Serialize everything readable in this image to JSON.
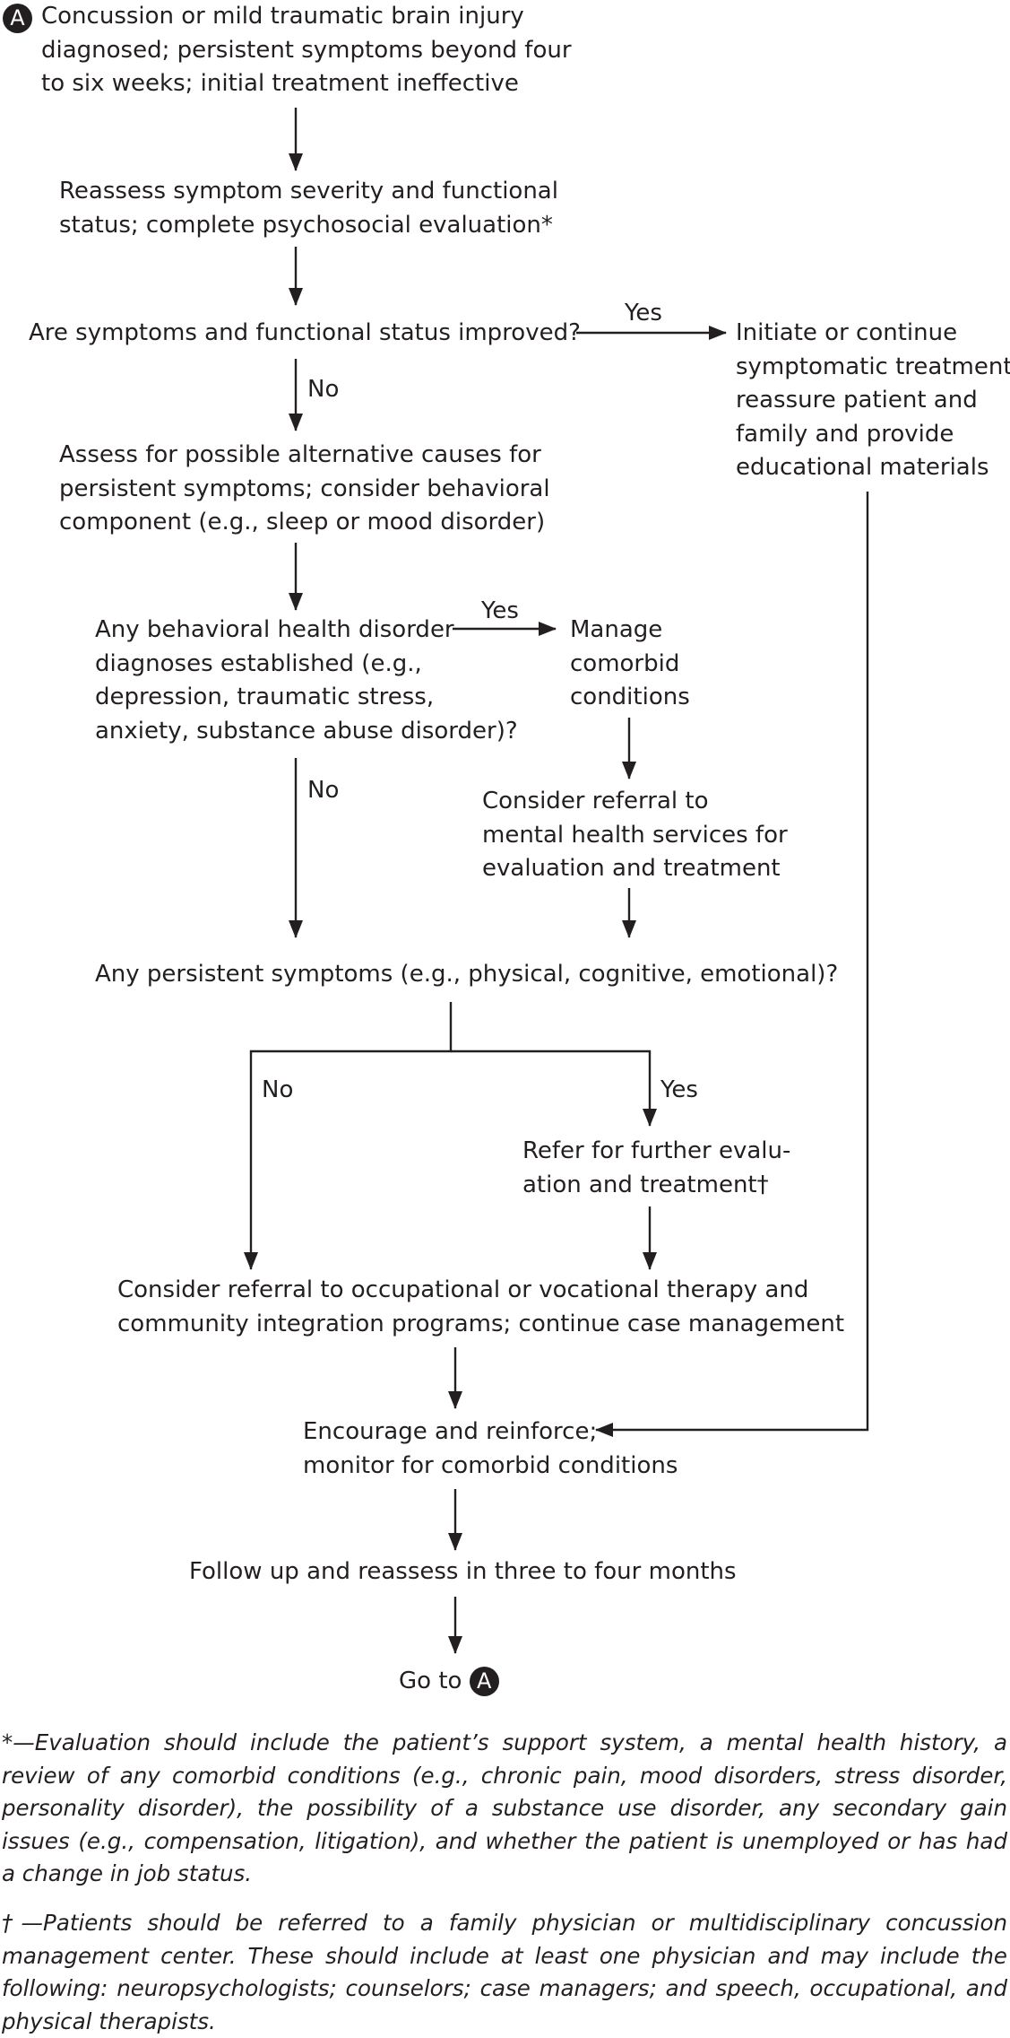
{
  "badge_letter": "A",
  "steps": {
    "start": [
      "Concussion or mild traumatic brain injury",
      "diagnosed; persistent symptoms beyond four",
      "to six weeks; initial treatment ineffective"
    ],
    "reassess": [
      "Reassess symptom severity and functional",
      "status; complete psychosocial evaluation*"
    ],
    "improved_q": [
      "Are symptoms and functional status improved?"
    ],
    "symptomatic": [
      "Initiate or continue",
      "symptomatic treatment;",
      "reassure patient and",
      "family and provide",
      "educational materials"
    ],
    "alternative": [
      "Assess for possible alternative causes for",
      "persistent symptoms; consider behavioral",
      "component (e.g., sleep or mood disorder)"
    ],
    "behavioral_q": [
      "Any behavioral health disorder",
      "diagnoses established (e.g.,",
      "depression, traumatic stress,",
      "anxiety, substance abuse disorder)?"
    ],
    "manage": [
      "Manage",
      "comorbid",
      "conditions"
    ],
    "mental_referral": [
      "Consider referral to",
      "mental health services for",
      "evaluation and treatment"
    ],
    "persistent_q": [
      "Any persistent symptoms (e.g., physical, cognitive, emotional)?"
    ],
    "further_eval": [
      "Refer for further evalu-",
      "ation and treatment†"
    ],
    "occupational": [
      "Consider referral to occupational or vocational therapy and",
      "community integration programs; continue case management"
    ],
    "encourage": [
      "Encourage and reinforce;",
      "monitor for comorbid conditions"
    ],
    "follow_up": [
      "Follow up and reassess in three to four months"
    ],
    "goto": "Go to"
  },
  "labels": {
    "yes_improved": "Yes",
    "no_improved": "No",
    "yes_behavioral": "Yes",
    "no_behavioral": "No",
    "no_persistent": "No",
    "yes_persistent": "Yes"
  },
  "footnotes": {
    "asterisk": "*—Evaluation should include the patient’s support system, a mental health history, a review of any comorbid conditions (e.g., chronic pain, mood disorders, stress disorder, personality disorder), the possibility of a substance use disorder, any secondary gain issues (e.g., compensation, litigation), and whether the patient is unemployed or has had a change in job status.",
    "dagger": "†—Patients should be referred to a family physician or multidisciplinary concussion management center. These should include at least one physician and may include the following: neuropsychologists; counselors; case managers; and speech, occupational, and physical therapists."
  },
  "colors": {
    "ink": "#231f20",
    "background": "#ffffff"
  }
}
